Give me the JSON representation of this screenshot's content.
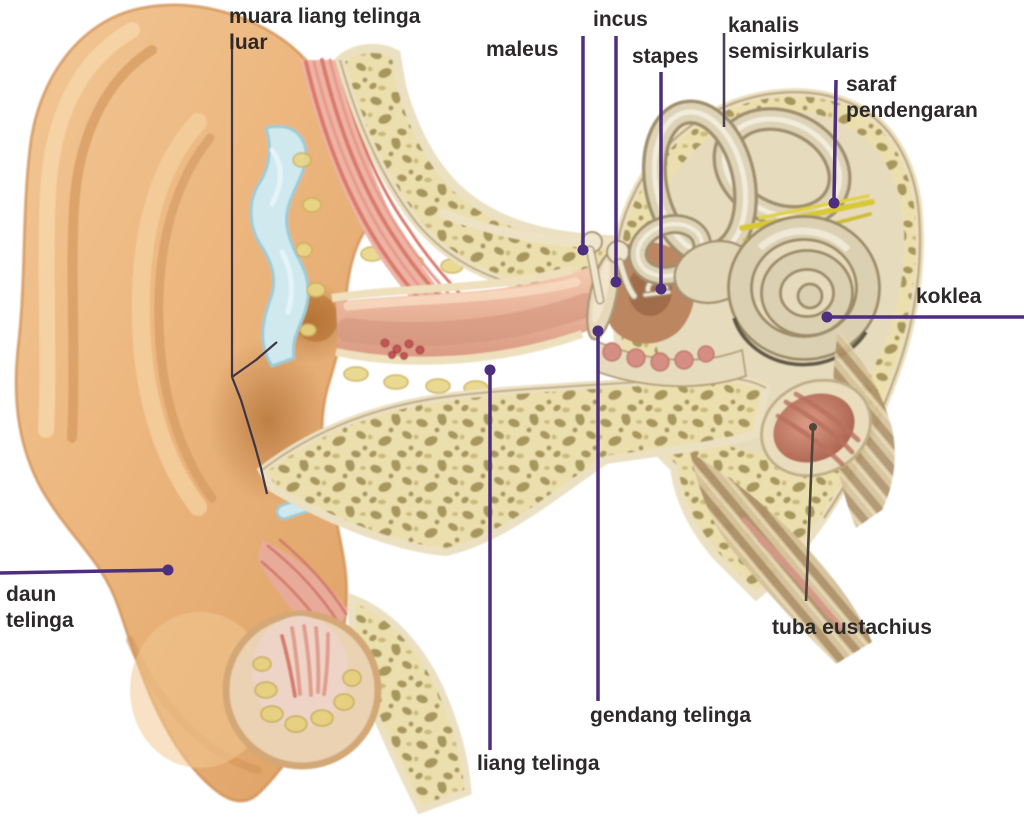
{
  "labels": {
    "muara": {
      "line1": "muara liang telinga",
      "line2": "luar"
    },
    "maleus": {
      "text": "maleus"
    },
    "incus": {
      "text": "incus"
    },
    "stapes": {
      "text": "stapes"
    },
    "kanalis": {
      "line1": "kanalis",
      "line2": "semisirkularis"
    },
    "saraf": {
      "line1": "saraf",
      "line2": "pendengaran"
    },
    "koklea": {
      "text": "koklea"
    },
    "daun": {
      "line1": "daun",
      "line2": "telinga"
    },
    "tuba": {
      "text": "tuba eustachius"
    },
    "gendang": {
      "text": "gendang telinga"
    },
    "liang": {
      "text": "liang telinga"
    }
  },
  "colors": {
    "background": "#ffffff",
    "label_text": "#2c292b",
    "leader_purple": "#4e2e7e",
    "leader_slate": "#4a4254",
    "leader_dark": "#3e3547",
    "leader_brown": "#51463c"
  }
}
